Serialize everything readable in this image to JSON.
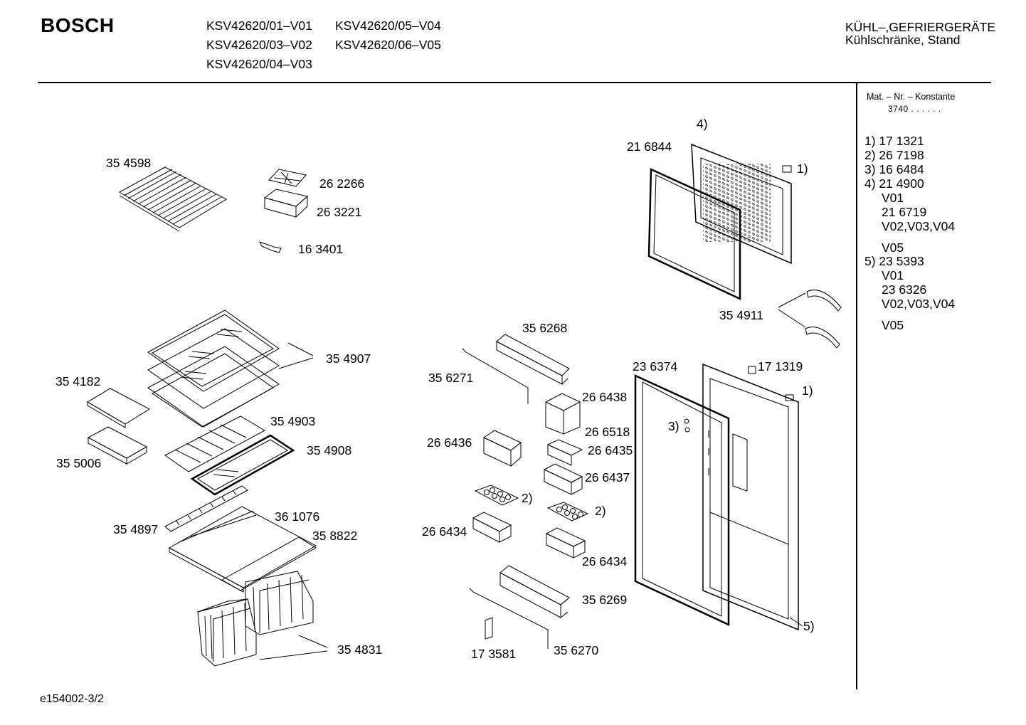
{
  "header": {
    "brand": "BOSCH",
    "models": [
      "KSV42620/01–V01",
      "KSV42620/05–V04",
      "KSV42620/03–V02",
      "KSV42620/06–V05",
      "KSV42620/04–V03"
    ],
    "category_line1": "KÜHL–,GEFRIERGERÄTE",
    "category_line2": "Kühlschränke, Stand"
  },
  "sidebar": {
    "mat_label": "Mat. – Nr. – Konstante",
    "konstante": "3740  .   .    .  .  .  .",
    "legend": [
      "1) 17 1321",
      "2) 26 7198",
      "3) 16 6484",
      "4) 21 4900",
      "V01",
      "21 6719",
      "V02,V03,V04",
      "V05",
      "5) 23 5393",
      "V01",
      "23 6326",
      "V02,V03,V04",
      "V05"
    ]
  },
  "parts": {
    "p354598": "35 4598",
    "p262266": "26 2266",
    "p263221": "26 3221",
    "p163401": "16 3401",
    "p216844": "21 6844",
    "c4": "4)",
    "c1a": "1)",
    "p354911": "35 4911",
    "p356268": "35 6268",
    "p354907": "35 4907",
    "p354182": "35 4182",
    "p356271": "35 6271",
    "p236374": "23 6374",
    "p171319": "17 1319",
    "c1b": "1)",
    "p266438": "26 6438",
    "p354903": "35 4903",
    "p266518": "26 6518",
    "c3": "3)",
    "p266436": "26 6436",
    "p354908": "35 4908",
    "p266435": "26 6435",
    "p355006": "35 5006",
    "p266437": "26 6437",
    "c2a": "2)",
    "c2b": "2)",
    "p361076": "36 1076",
    "p354897": "35 4897",
    "p266434a": "26 6434",
    "p358822": "35 8822",
    "p266434b": "26 6434",
    "p356269": "35 6269",
    "c5": "5)",
    "p354831": "35 4831",
    "p356270": "35 6270",
    "p173581": "17 3581"
  },
  "footer": {
    "code": "e154002-3/2"
  }
}
